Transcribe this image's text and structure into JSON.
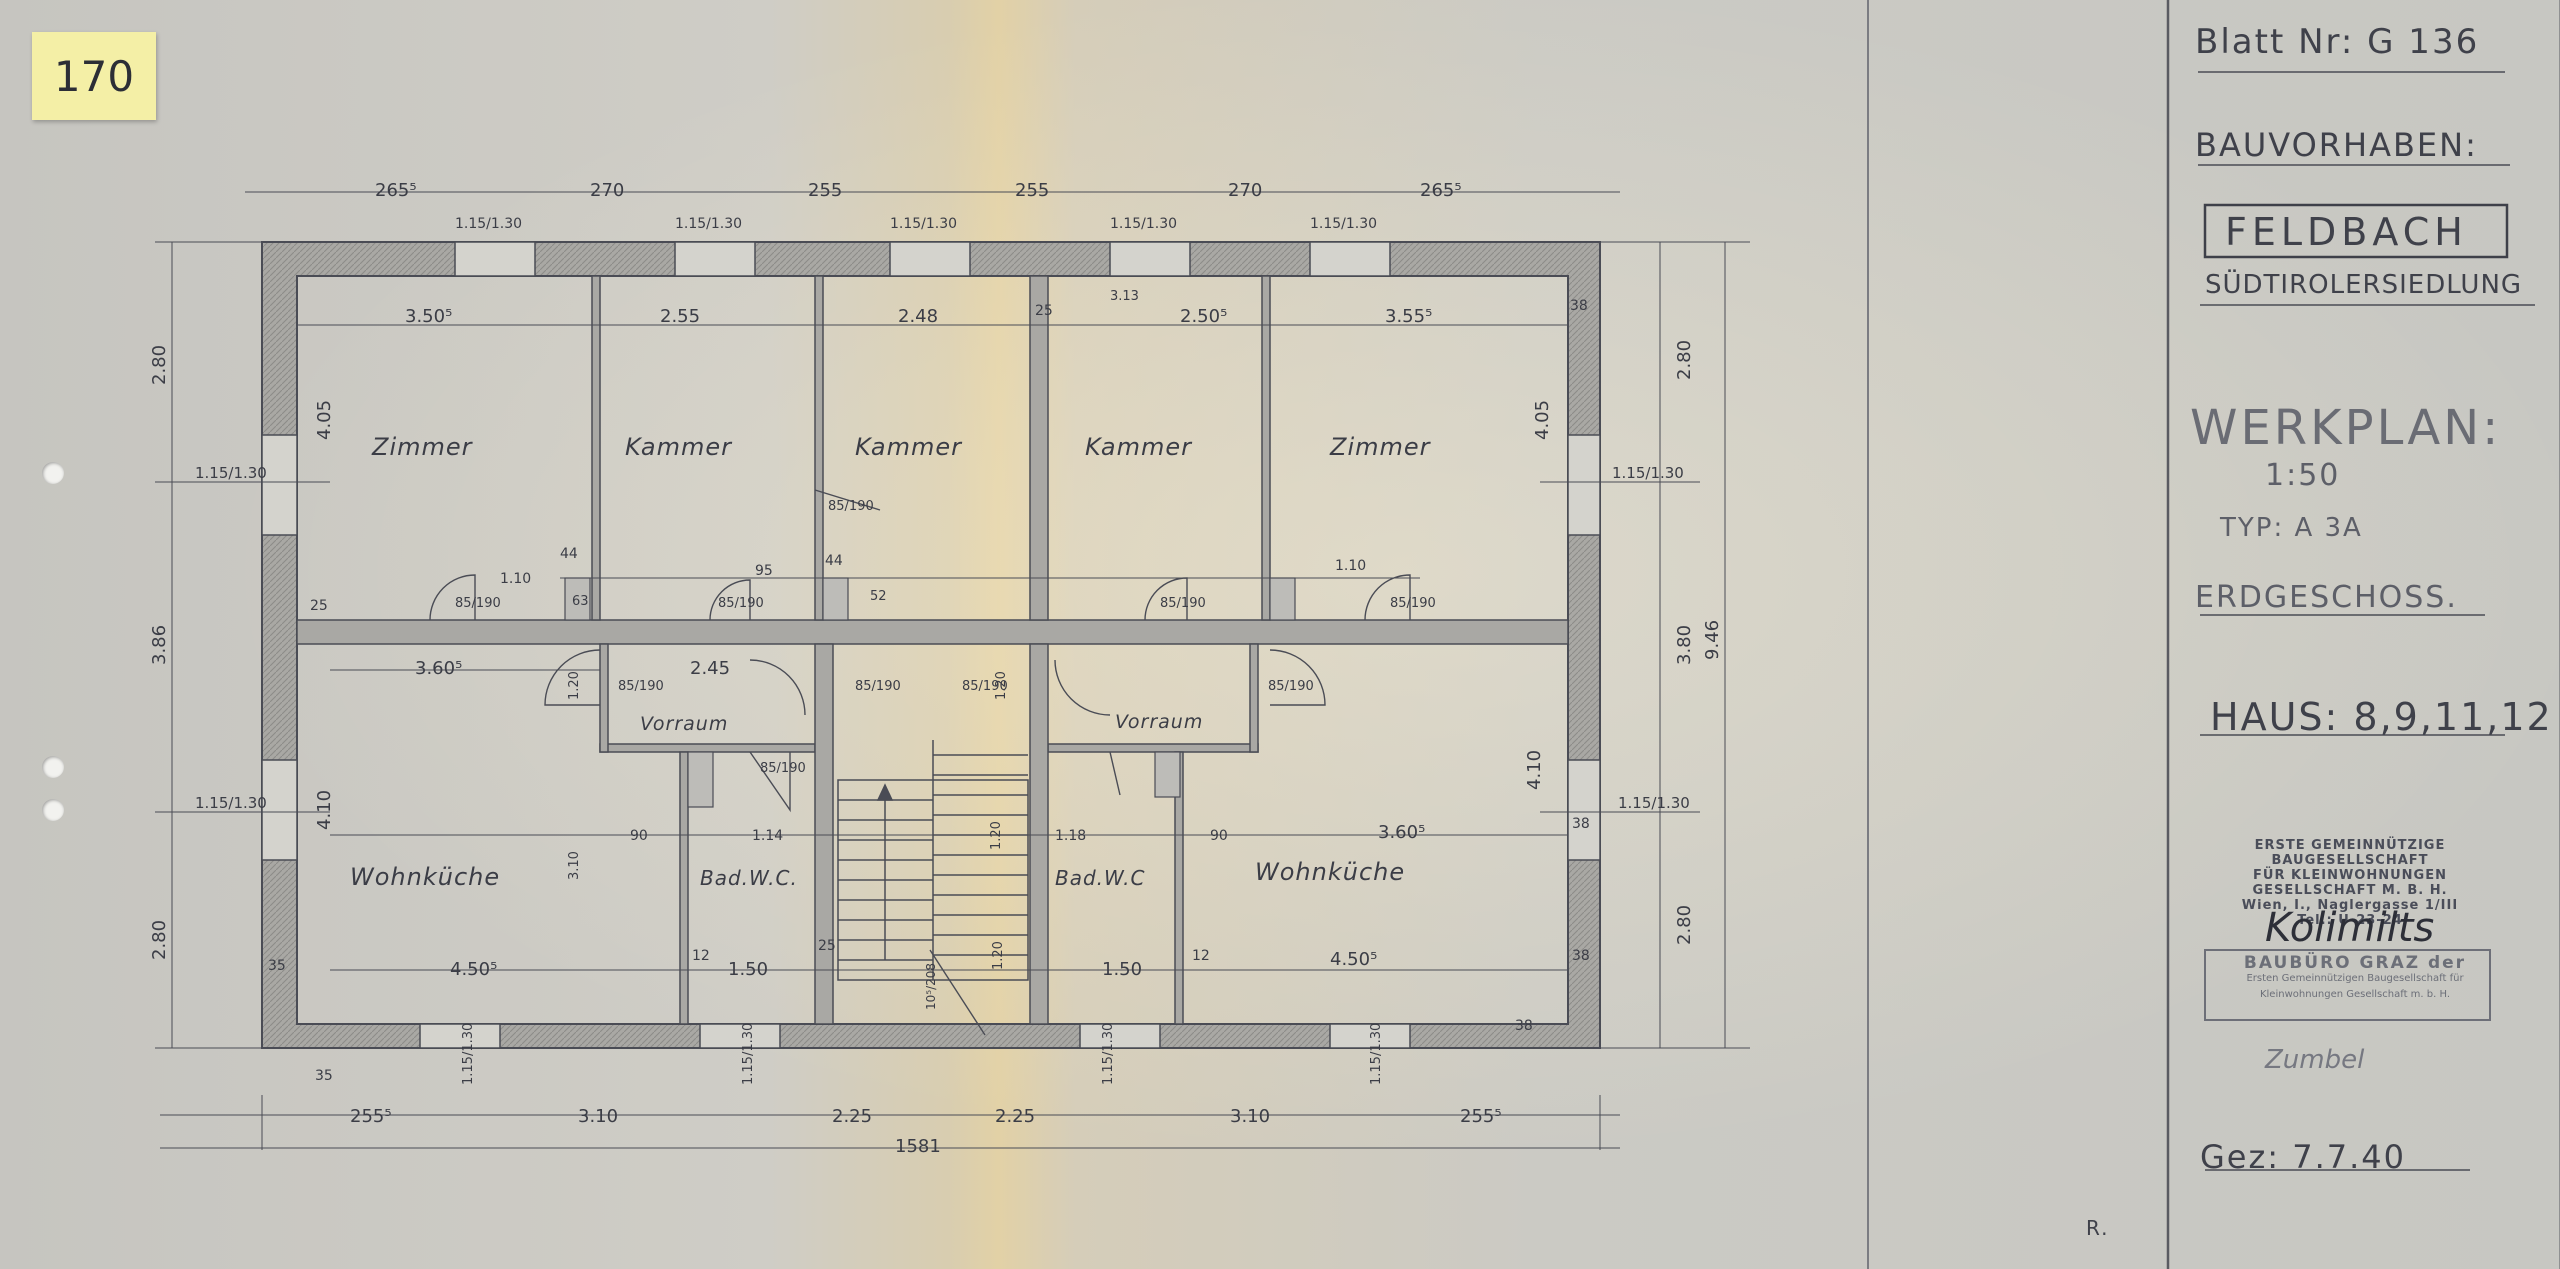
{
  "sheet_number_note": "170",
  "title_block": {
    "blatt": "Blatt Nr: G 136",
    "bauvorhaben": "BAUVORHABEN:",
    "location": "FELDBACH",
    "settlement": "SÜDTIROLERSIEDLUNG",
    "plan_type": "WERKPLAN:",
    "scale": "1:50",
    "typ": "TYP: A 3A",
    "floor": "ERDGESCHOSS.",
    "haus": "HAUS: 8,9,11,12",
    "stamp_lines": [
      "ERSTE GEMEINNÜTZIGE BAUGESELLSCHAFT",
      "FÜR KLEINWOHNUNGEN",
      "GESELLSCHAFT M. B. H.",
      "Wien, I., Naglergasse 1/III",
      "Tel.: U-23-24"
    ],
    "signature": "Kolimilts",
    "stamp2_lines": [
      "BAUBÜRO GRAZ der",
      "Ersten Gemeinnützigen Baugesellschaft für",
      "Kleinwohnungen Gesellschaft m. b. H."
    ],
    "stamp2_signature": "Zumbel",
    "drawn": "Gez: 7.7.40",
    "corner_mark": "R."
  },
  "rooms": {
    "zimmer_left": "Zimmer",
    "kammer_1": "Kammer",
    "kammer_2": "Kammer",
    "kammer_3": "Kammer",
    "zimmer_right": "Zimmer",
    "vorraum_left": "Vorraum",
    "vorraum_right": "Vorraum",
    "wohnkueche_left": "Wohnküche",
    "bad_left": "Bad.W.C.",
    "bad_right": "Bad.W.C",
    "wohnkueche_right": "Wohnküche"
  },
  "dims": {
    "top_segments": [
      "265⁵",
      "270",
      "255",
      "255",
      "270",
      "265⁵"
    ],
    "top_windows": [
      "1.15/1.30",
      "1.15/1.30",
      "1.15/1.30",
      "1.15/1.30",
      "1.15/1.30"
    ],
    "room_widths_top": [
      "3.50⁵",
      "2.55",
      "2.48",
      "2.50⁵",
      "3.55⁵"
    ],
    "left_segments": [
      "2.80",
      "3.86",
      "2.80"
    ],
    "left_windows": [
      "1.15/1.30",
      "1.15/1.30"
    ],
    "right_segments": [
      "2.80",
      "3.80",
      "2.80"
    ],
    "right_total": "9.46",
    "right_windows": [
      "1.15/1.30",
      "1.15/1.30"
    ],
    "heights": [
      "4.05",
      "4.05",
      "4.10",
      "4.10"
    ],
    "mid_widths": [
      "3.60⁵",
      "2.45",
      "4.50⁵",
      "1.50",
      "1.50",
      "4.50⁵",
      "3.60⁵"
    ],
    "doors": [
      "85/190",
      "85/190",
      "85/190",
      "85/190",
      "85/190",
      "85/190",
      "85/190",
      "85/190",
      "85/190",
      "85/190"
    ],
    "misc": [
      "1.10",
      "1.10",
      "95",
      "44",
      "44",
      "52",
      "63",
      "25",
      "25",
      "25",
      "38",
      "38",
      "38",
      "38",
      "35",
      "35",
      "1.18",
      "1.14",
      "90",
      "90",
      "12",
      "12",
      "1.20",
      "1.20",
      "1.20",
      "1.20",
      "10⁵/208",
      "3.10",
      "3.13"
    ],
    "bottom_segments": [
      "255⁵",
      "3.10",
      "2.25",
      "2.25",
      "3.10",
      "255⁵"
    ],
    "bottom_windows": [
      "1.15/1.30",
      "1.15/1.30",
      "1.15/1.30",
      "1.15/1.30"
    ],
    "bottom_total": "1581"
  },
  "colors": {
    "ink": "#3b3d46",
    "paper": "#c9c8c2",
    "wall_fill": "#a8a7a4",
    "sticky": "#f4efa6"
  }
}
